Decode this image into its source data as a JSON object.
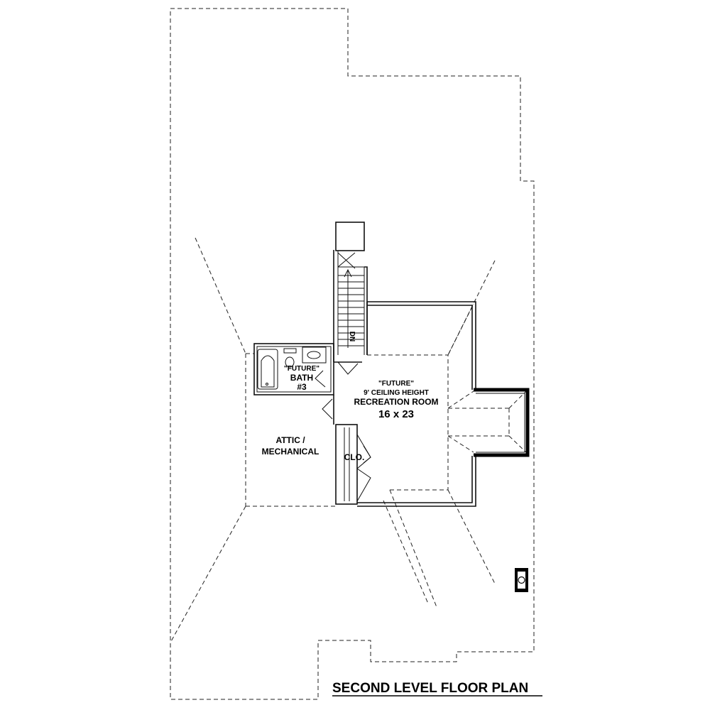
{
  "plan": {
    "title": "SECOND LEVEL FLOOR PLAN",
    "rooms": {
      "bath": {
        "tag": "\"FUTURE\"",
        "name": "BATH",
        "number": "#3"
      },
      "recreation": {
        "tag": "\"FUTURE\"",
        "note": "9' CEILING HEIGHT",
        "name": "RECREATION ROOM",
        "size": "16 x 23"
      },
      "attic": {
        "line1": "ATTIC /",
        "line2": "MECHANICAL"
      },
      "closet": {
        "name": "CLO."
      }
    },
    "stair": {
      "direction": "DN"
    }
  }
}
